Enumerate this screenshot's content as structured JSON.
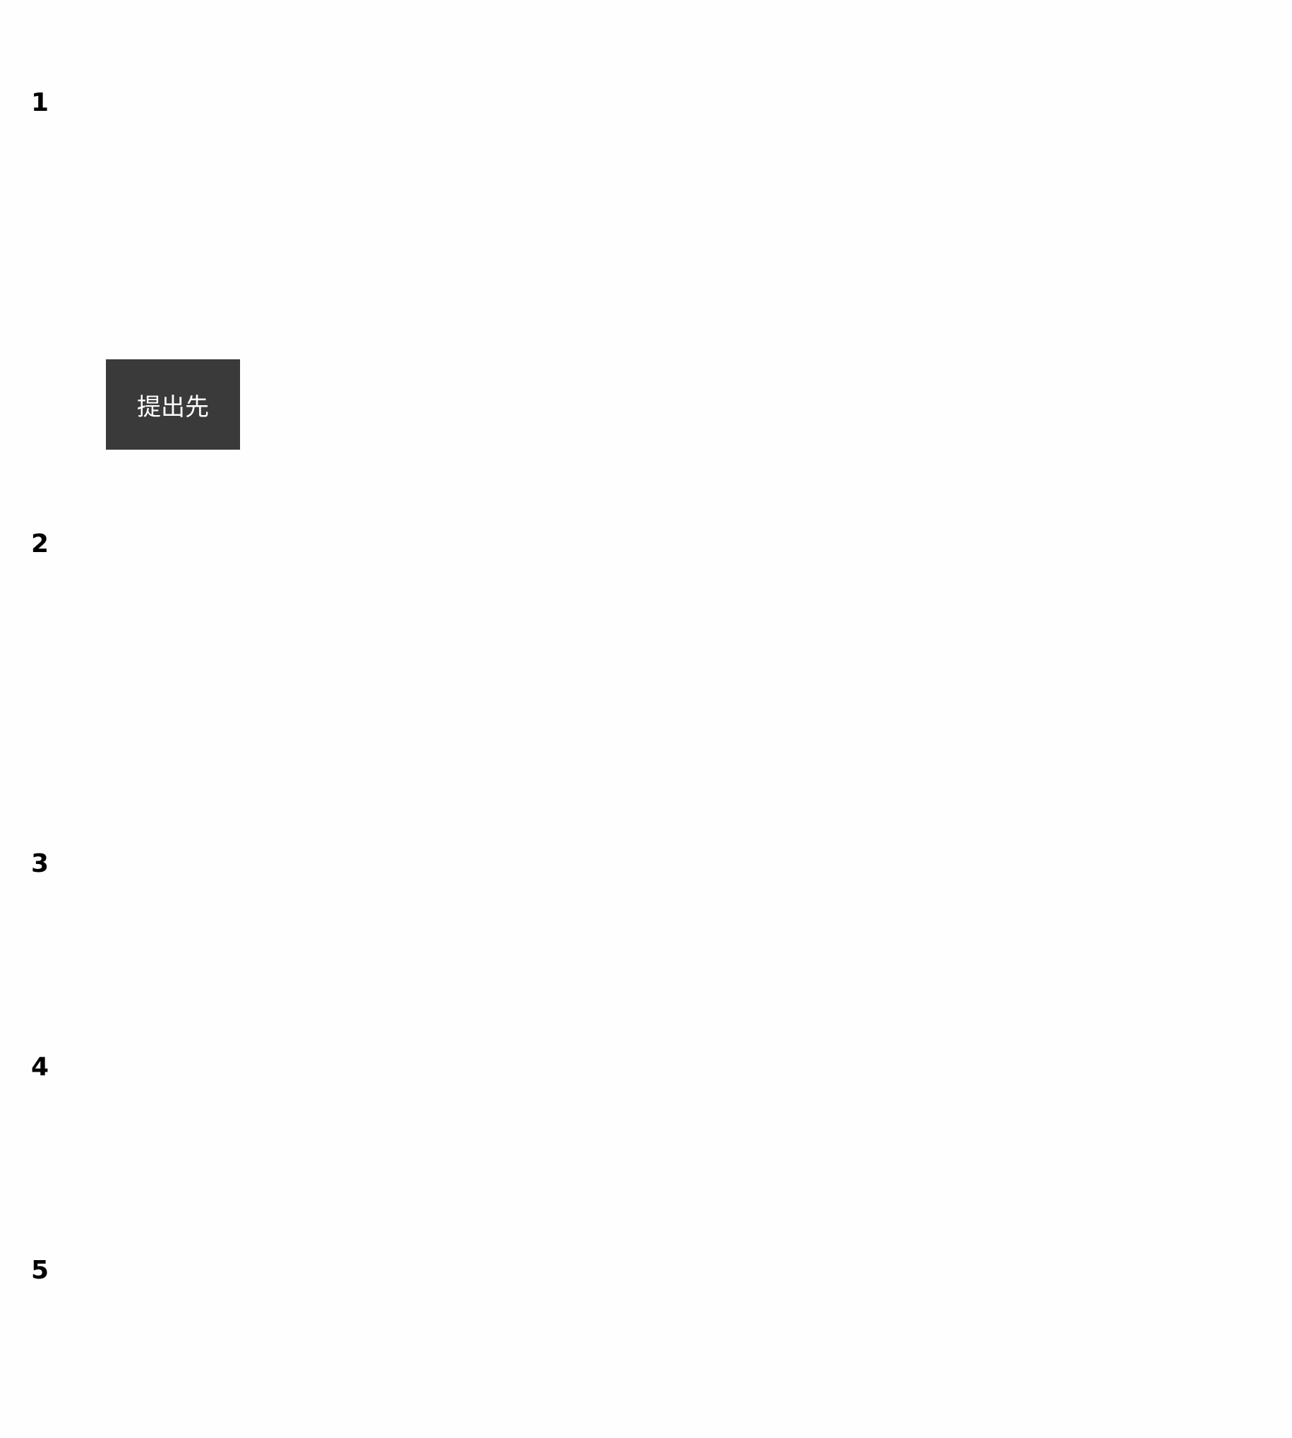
{
  "steps": [
    {
      "number": "1"
    },
    {
      "number": "2"
    },
    {
      "number": "3"
    },
    {
      "number": "4"
    },
    {
      "number": "5"
    }
  ],
  "submit_button": {
    "label": "提出先"
  },
  "colors": {
    "background": "#fefefe",
    "button_background": "#3a3a3a",
    "button_text": "#ffffff",
    "step_text": "#000000"
  }
}
